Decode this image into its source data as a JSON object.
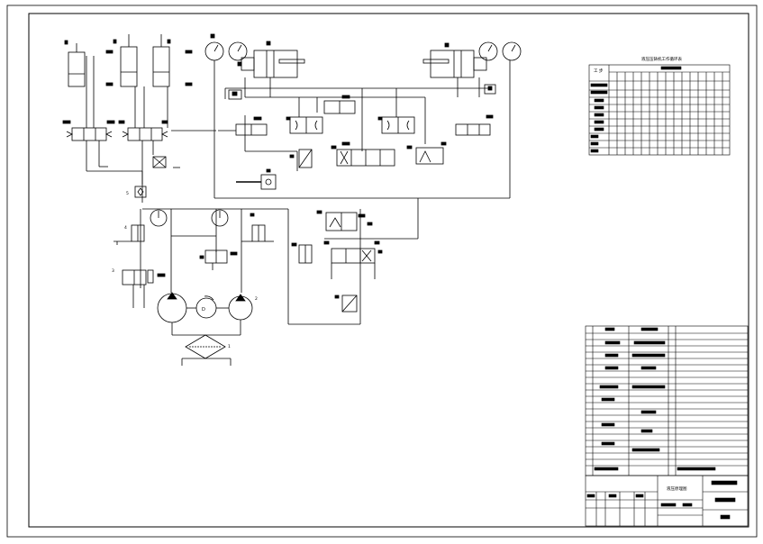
{
  "cycle_table": {
    "title": "液压压铸机工作循环表",
    "corner_label": "工 步"
  },
  "title_block": {
    "drawing_name": "液压原理图"
  },
  "components": {
    "filter_number": "1",
    "pump_number": "2",
    "relief_valve_number": "3",
    "pressure_valve_number": "4",
    "check_valve_number": "5",
    "motor_letter": "D"
  }
}
